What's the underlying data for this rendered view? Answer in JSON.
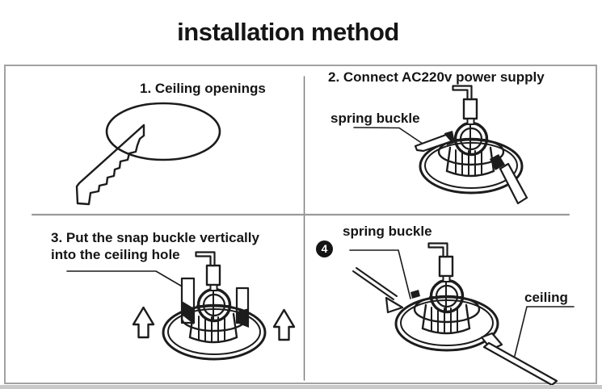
{
  "title": "installation method",
  "panels": {
    "step1": {
      "label": "1. Ceiling openings"
    },
    "step2": {
      "label": "2. Connect AC220v power supply",
      "callout": "spring buckle"
    },
    "step3": {
      "label_line1": "3. Put the snap buckle vertically",
      "label_line2": "into the ceiling hole"
    },
    "step4": {
      "badge": "4",
      "callout_spring": "spring buckle",
      "callout_ceiling": "ceiling"
    }
  },
  "colors": {
    "ink": "#1c1c1c",
    "frame_border": "#a2a2a2",
    "divider": "#8f8f8f",
    "badge_bg": "#151515",
    "bottom_strip": "#c9c9c9"
  }
}
